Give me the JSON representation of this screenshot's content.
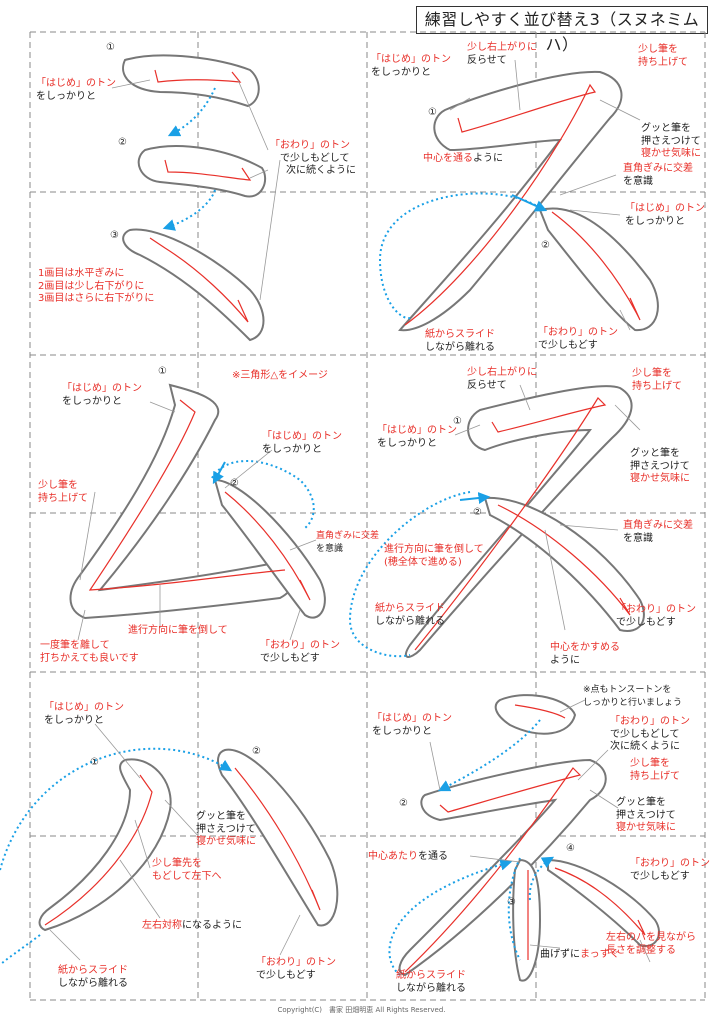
{
  "title": "練習しやすく並び替え3（スヌネミムハ）",
  "numbers": {
    "one": "①",
    "two": "②",
    "three": "③",
    "four": "④"
  },
  "panel_mi": {
    "start_tone": "「はじめ」のトン",
    "firmly": "をしっかりと",
    "end_tone": "「おわり」のトン",
    "end_detail_1": "で少しもどして",
    "end_detail_2": "次に続くように",
    "note_1": "1画目は水平ぎみに",
    "note_2": "2画目は少し右下がりに",
    "note_3": "3画目はさらに右下がりに"
  },
  "panel_su": {
    "rise_slightly": "少し右上がりに",
    "warp": "反らせて",
    "lift_brush_1": "少し筆を",
    "lift_brush_2": "持ち上げて",
    "start_tone": "「はじめ」のトン",
    "firmly": "をしっかりと",
    "press_1": "グッと筆を",
    "press_2": "押さえつけて",
    "press_3": "寝かせ気味に",
    "through_center_red": "中心を通る",
    "through_center_blk": "ように",
    "right_angle_1": "直角ぎみに交差",
    "right_angle_2": "を意識",
    "start_tone_2": "「はじめ」のトン",
    "firmly_2": "をしっかりと",
    "slide_red": "紙からスライド",
    "slide_blk": "しながら離れる",
    "end_tone": "「おわり」のトン",
    "end_detail": "で少しもどす"
  },
  "panel_mu": {
    "triangle_note": "※三角形△をイメージ",
    "start_tone": "「はじめ」のトン",
    "firmly": "をしっかりと",
    "start_tone_2": "「はじめ」のトン",
    "firmly_2": "をしっかりと",
    "lift_brush_1": "少し筆を",
    "lift_brush_2": "持ち上げて",
    "right_angle_1": "直角ぎみに交差",
    "right_angle_2": "を意識",
    "tilt_direction": "進行方向に筆を倒して",
    "release_1": "一度筆を離して",
    "release_2": "打ちかえても良いです",
    "end_tone": "「おわり」のトン",
    "end_detail": "で少しもどす"
  },
  "panel_nu": {
    "rise_slightly": "少し右上がりに",
    "warp": "反らせて",
    "lift_brush_1": "少し筆を",
    "lift_brush_2": "持ち上げて",
    "start_tone": "「はじめ」のトン",
    "firmly": "をしっかりと",
    "press_1": "グッと筆を",
    "press_2": "押さえつけて",
    "press_3": "寝かせ気味に",
    "tilt_1": "進行方向に筆を倒して",
    "tilt_2": "(穂全体で進める)",
    "right_angle_1": "直角ぎみに交差",
    "right_angle_2": "を意識",
    "slide_red": "紙からスライド",
    "slide_blk": "しながら離れる",
    "end_tone": "「おわり」のトン",
    "end_detail": "で少しもどす",
    "graze_center_1": "中心をかすめる",
    "graze_center_2": "ように"
  },
  "panel_ha": {
    "start_tone": "「はじめ」のトン",
    "firmly": "をしっかりと",
    "press_1": "グッと筆を",
    "press_2": "押さえつけて",
    "press_3": "寝かせ気味に",
    "lift_left_1": "少し筆先を",
    "lift_left_2": "もどして左下へ",
    "symmetric_red": "左右対称",
    "symmetric_blk": "になるように",
    "slide_red": "紙からスライド",
    "slide_blk": "しながら離れる",
    "end_tone": "「おわり」のトン",
    "end_detail": "で少しもどす"
  },
  "panel_ne": {
    "dot_note_1": "※点もトンスートンを",
    "dot_note_2": "しっかりと行いましょう",
    "start_tone": "「はじめ」のトン",
    "firmly": "をしっかりと",
    "end_tone": "「おわり」のトン",
    "end_detail_1": "で少しもどして",
    "end_detail_2": "次に続くように",
    "lift_brush_1": "少し筆を",
    "lift_brush_2": "持ち上げて",
    "press_1": "グッと筆を",
    "press_2": "押さえつけて",
    "press_3": "寝かせ気味に",
    "center_red": "中心あたり",
    "center_blk": "を通る",
    "end_tone_2": "「おわり」のトン",
    "end_detail_2b": "で少しもどす",
    "balance_1": "左右のハを見ながら",
    "balance_2": "長さを調整する",
    "straight_blk": "曲げずに",
    "straight_red": "まっすぐ",
    "slide_red": "紙からスライド",
    "slide_blk": "しながら離れる"
  },
  "copyright": "Copyright(C)　書家 田畑明恵 All Rights Reserved."
}
